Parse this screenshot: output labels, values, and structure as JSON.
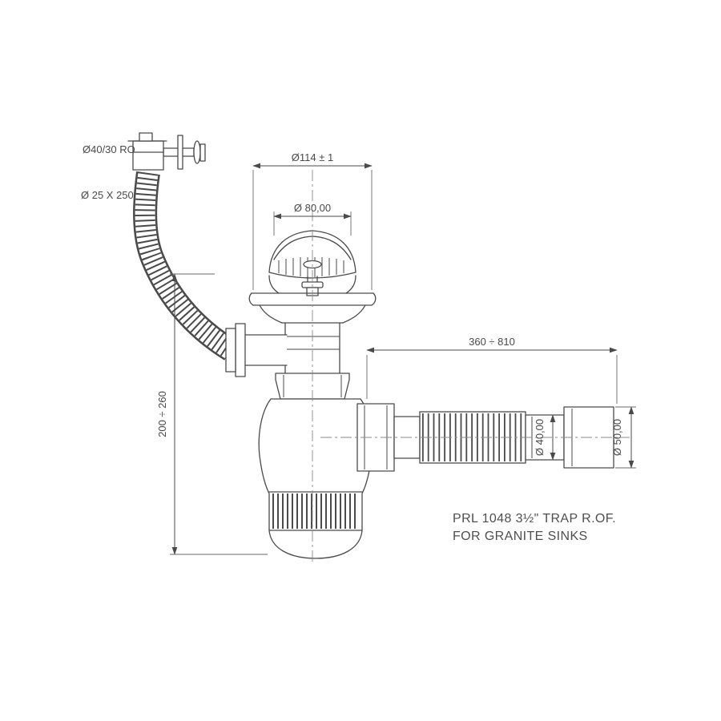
{
  "drawing": {
    "caption": {
      "line1": "PRL 1048 3½\" TRAP R.OF.",
      "line2": "FOR GRANITE SINKS"
    },
    "labels": {
      "overflow_outlet": "Ø40/30 RO",
      "overflow_hose": "Ø 25 X 250",
      "strainer_outer_dia": "Ø114 ± 1",
      "strainer_inner_dia": "Ø 80,00",
      "flexi_length": "360 ÷ 810",
      "trap_height": "200 ÷ 260",
      "flexi_dia": "Ø 40,00",
      "outlet_dia": "Ø 50,00"
    },
    "colors": {
      "line": "#4a4a4a",
      "centerline": "#8a8a8a",
      "background": "#ffffff",
      "text": "#4a4a4a"
    }
  }
}
